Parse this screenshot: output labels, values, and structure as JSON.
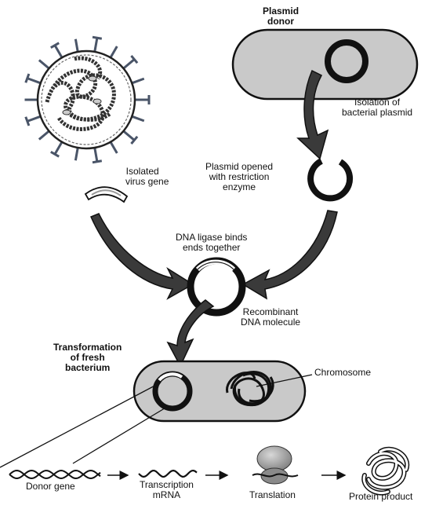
{
  "labels": {
    "plasmid_donor": [
      "Plasmid",
      "donor"
    ],
    "isolation": [
      "Isolation of",
      "bacterial plasmid"
    ],
    "plasmid_opened": [
      "Plasmid opened",
      "with restriction",
      "enzyme"
    ],
    "isolated_virus_gene": [
      "Isolated",
      "virus gene"
    ],
    "dna_ligase": [
      "DNA ligase binds",
      "ends together"
    ],
    "recombinant": [
      "Recombinant",
      "DNA molecule"
    ],
    "transformation": [
      "Transformation",
      "of fresh",
      "bacterium"
    ],
    "chromosome": "Chromosome",
    "donor_gene": "Donor gene",
    "transcription": [
      "Transcription",
      "mRNA"
    ],
    "translation": "Translation",
    "protein_product": "Protein product"
  },
  "colors": {
    "ink": "#111111",
    "cell_fill": "#c9c9c9",
    "arrow_fill": "#3a3a3a",
    "virus_spike": "#4a5568",
    "ribosome": "#9a9a9a"
  }
}
